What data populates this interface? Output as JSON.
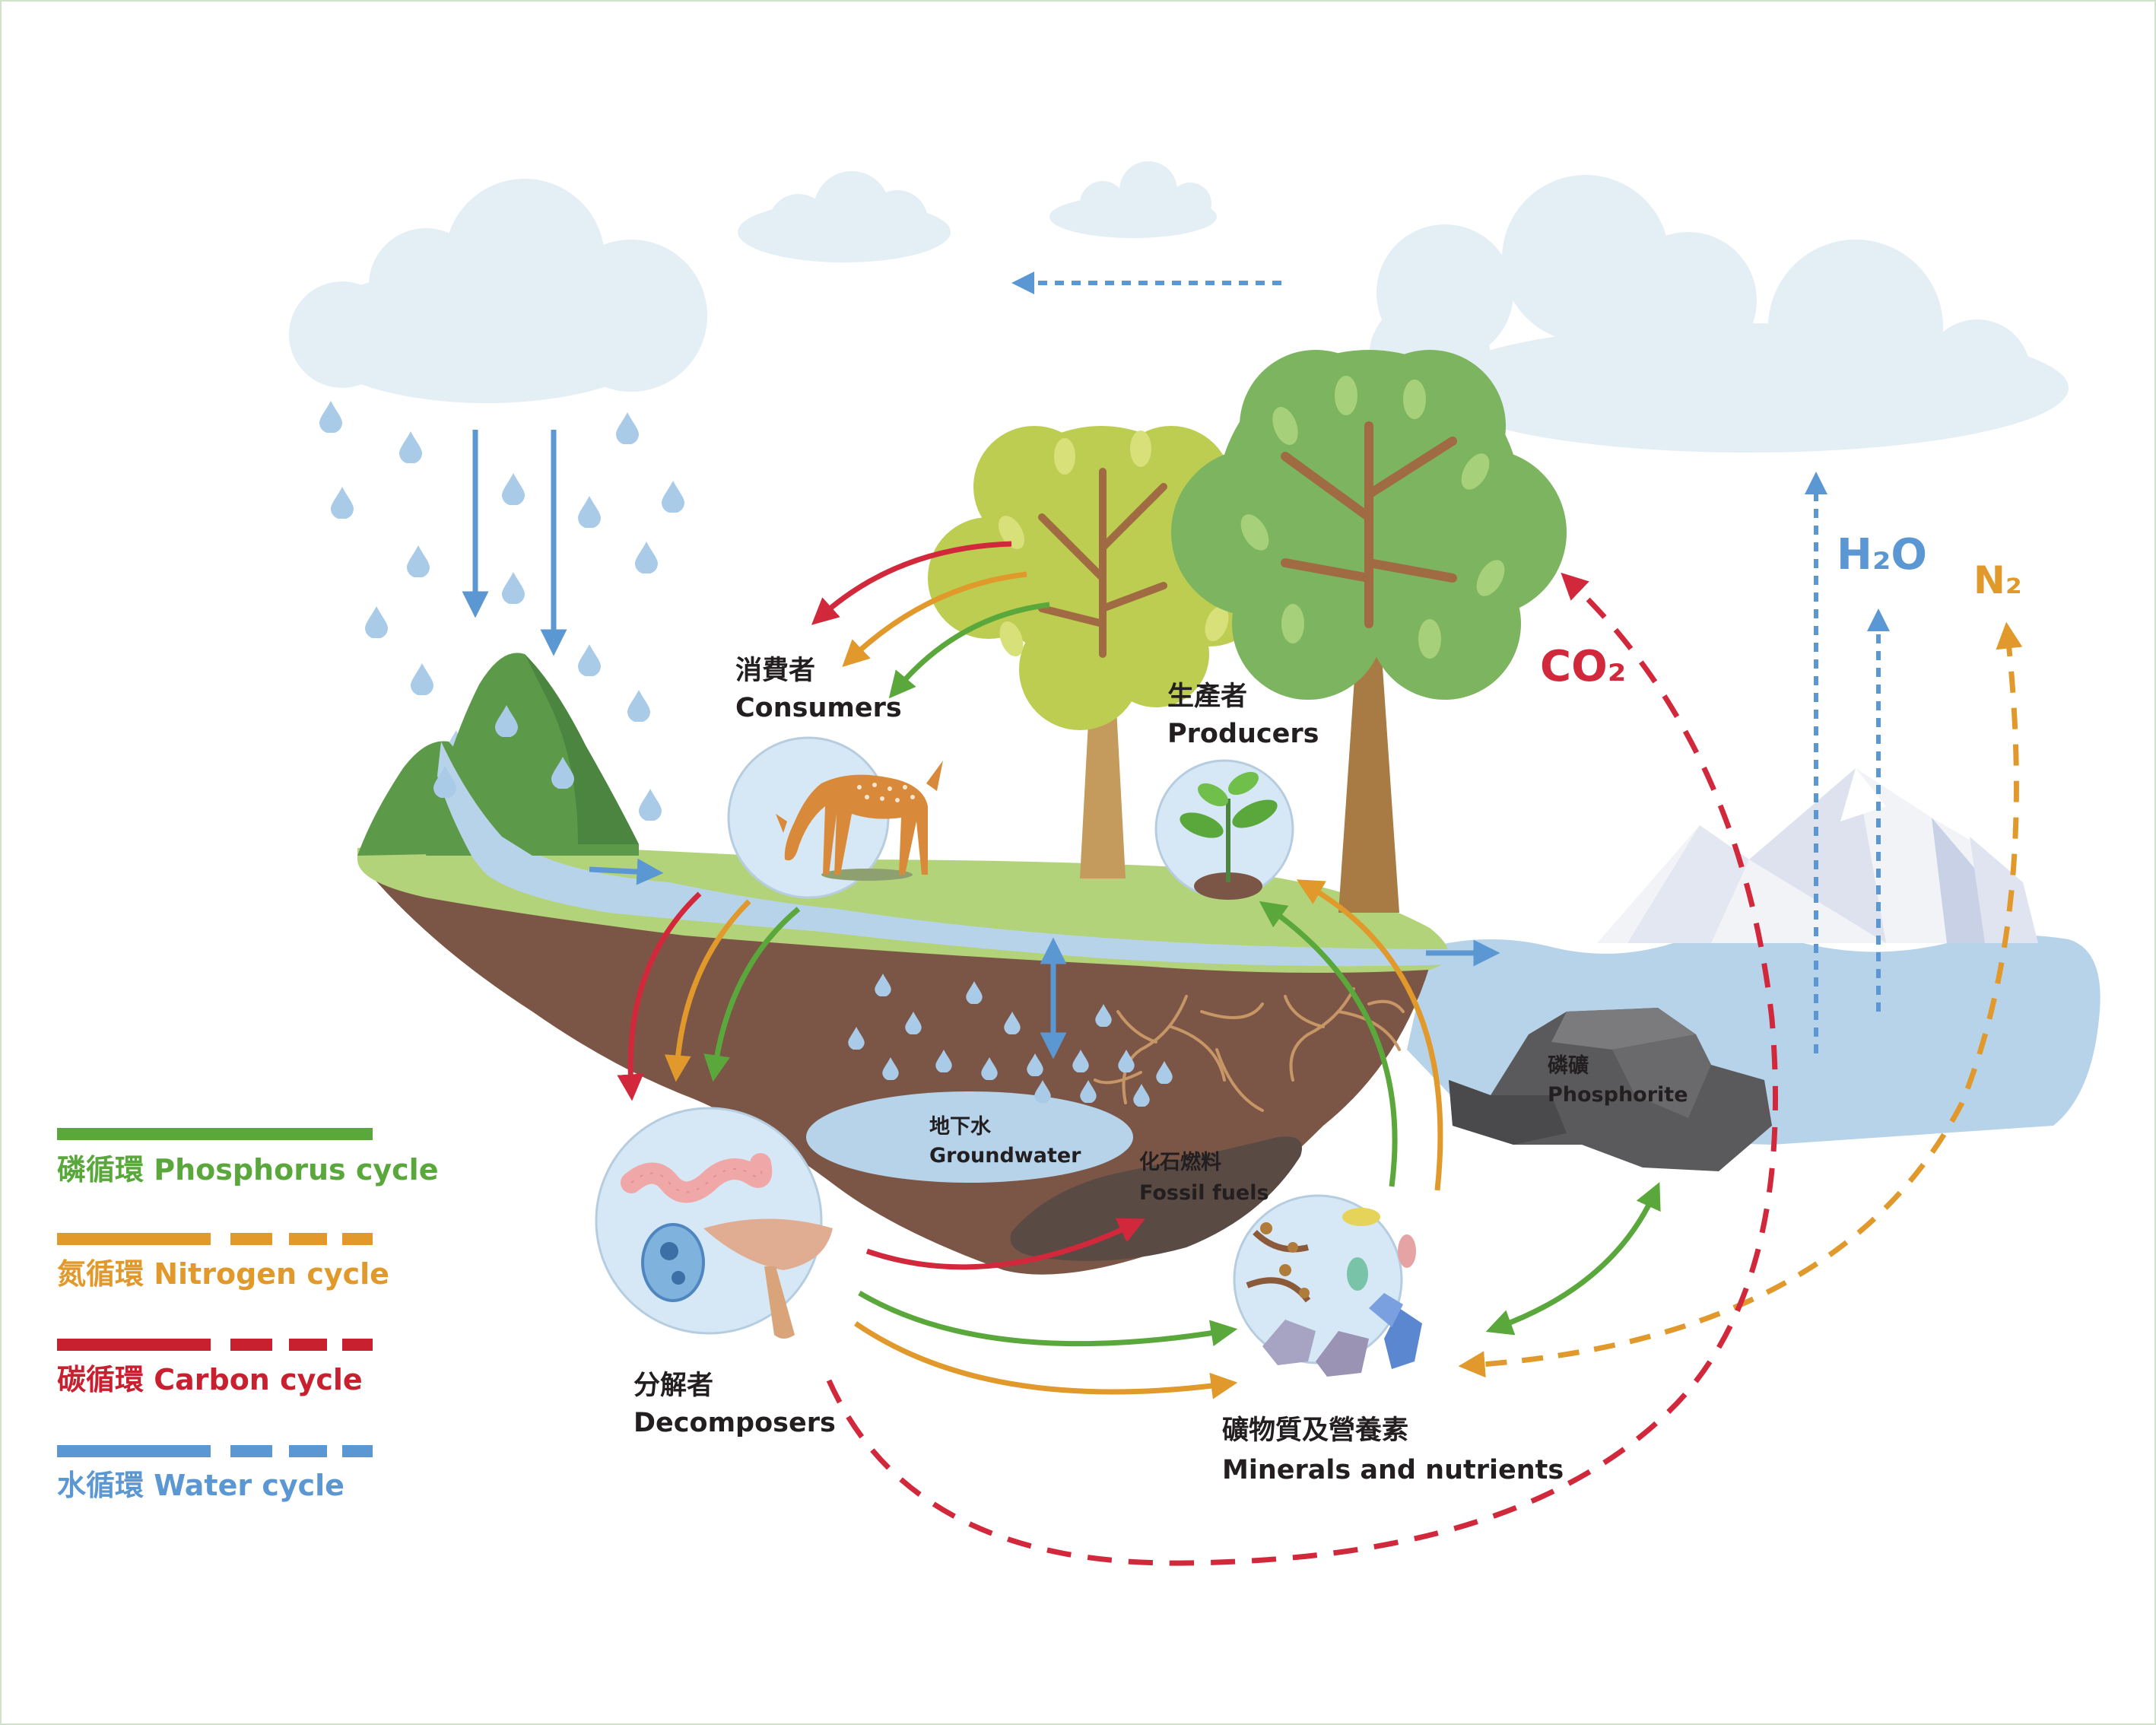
{
  "labels": {
    "consumers_zh": "消費者",
    "consumers_en": "Consumers",
    "producers_zh": "生產者",
    "producers_en": "Producers",
    "decomposers_zh": "分解者",
    "decomposers_en": "Decomposers",
    "minerals_zh": "礦物質及營養素",
    "minerals_en": "Minerals and nutrients",
    "phosphorite_zh": "磷礦",
    "phosphorite_en": "Phosphorite",
    "groundwater_zh": "地下水",
    "groundwater_en": "Groundwater",
    "fossil_zh": "化石燃料",
    "fossil_en": "Fossil fuels"
  },
  "gases": {
    "co2": "CO₂",
    "h2o": "H₂O",
    "n2": "N₂"
  },
  "legend": [
    {
      "label": "磷循環 Phosphorus cycle",
      "color": "#5aa83c",
      "style": "solid"
    },
    {
      "label": "氮循環 Nitrogen cycle",
      "color": "#e0992a",
      "style": "solid-dashed"
    },
    {
      "label": "碳循環 Carbon cycle",
      "color": "#c8202f",
      "style": "solid-dashed"
    },
    {
      "label": "水循環 Water cycle",
      "color": "#5b97d2",
      "style": "solid-dashed"
    }
  ],
  "colors": {
    "phosphorus": "#5aa83c",
    "nitrogen": "#e0992a",
    "carbon": "#d2283c",
    "water": "#5b97d2",
    "cloud": "#e4eef5",
    "grass": "#b3d37a",
    "soil": "#7b5646",
    "water_body": "#b6d3ea"
  }
}
